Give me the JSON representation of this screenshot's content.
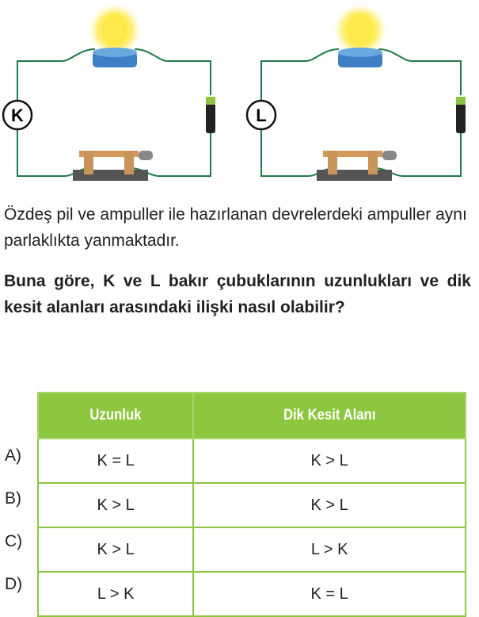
{
  "figure": {
    "left_label": "K",
    "right_label": "L"
  },
  "question": {
    "intro": "Özdeş pil ve ampuller ile hazırlanan devrelerdeki ampuller aynı parlaklıkta yanmaktadır.",
    "prompt": "Buna göre, K ve L bakır çubuklarının uzunlukları ve dik kesit alanları arasındaki ilişki nasıl olabilir?"
  },
  "table": {
    "headers": [
      "Uzunluk",
      "Dik Kesit Alanı"
    ],
    "rows": [
      {
        "option": "A)",
        "length": "K = L",
        "area": "K > L"
      },
      {
        "option": "B)",
        "length": "K > L",
        "area": "K > L"
      },
      {
        "option": "C)",
        "length": "K > L",
        "area": "L > K"
      },
      {
        "option": "D)",
        "length": "L > K",
        "area": "K = L"
      }
    ]
  },
  "colors": {
    "header": "#8dc63f",
    "wire": "#1e7a4a"
  }
}
